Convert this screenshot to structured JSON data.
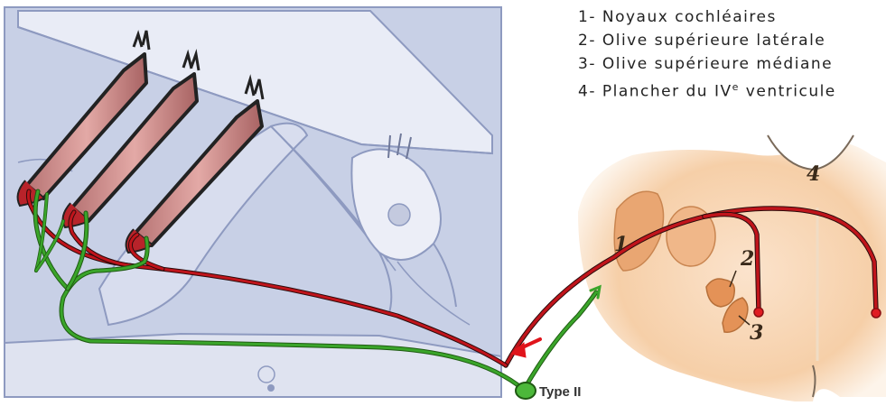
{
  "legend": {
    "item1": "1- Noyaux cochléaires",
    "item2": "2- Olive supérieure latérale",
    "item3": "3- Olive supérieure médiane",
    "item4_before": "4- Plancher du IV",
    "item4_sup": "e",
    "item4_after": " ventricule"
  },
  "labels": {
    "n1": "1",
    "n2": "2",
    "n3": "3",
    "n4": "4",
    "type": "Type II"
  },
  "colors": {
    "efferent_red": "#c0141b",
    "afferent_green": "#3aa52a",
    "cochlea_bg": "#c9d1e6",
    "brainstem": "#f4c9a0",
    "nuclei": "#e8a670",
    "hair_cell": "#c98a8a"
  }
}
